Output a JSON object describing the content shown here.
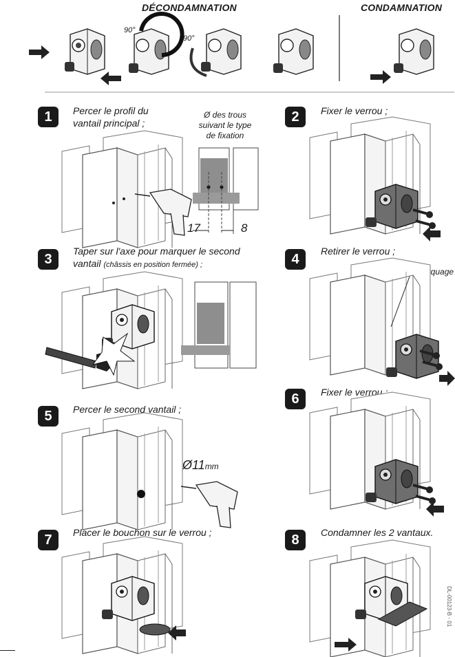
{
  "header": {
    "decondamnation": "DÉCONDAMNATION",
    "condamnation": "CONDAMNATION",
    "angle_label_1": "90°",
    "angle_label_2": "90°"
  },
  "steps": [
    {
      "number": "1",
      "line1": "Percer le profil du",
      "line2": "vantail principal ;"
    },
    {
      "number": "2",
      "line1": "Fixer le verrou ;"
    },
    {
      "number": "3",
      "line1": "Taper sur l'axe pour marquer le second",
      "line2": "vantail",
      "line2_small": "(châssis en position fermée) ;"
    },
    {
      "number": "4",
      "line1": "Retirer le verrou ;"
    },
    {
      "number": "5",
      "line1": "Percer le second vantail ;"
    },
    {
      "number": "6",
      "line1": "Fixer le verrou ;"
    },
    {
      "number": "7",
      "line1": "Placer le bouchon sur le verrou ;"
    },
    {
      "number": "8",
      "line1": "Condamner les 2 vantaux."
    }
  ],
  "fixation_note": {
    "line1": "Ø des trous",
    "line2": "suivant le type",
    "line3": "de fixation"
  },
  "dimensions": {
    "left": "17",
    "right": "8"
  },
  "drill": {
    "value": "Ø11",
    "unit": "mm"
  },
  "marquage_label": "Marquage",
  "side_reference": "DL-00123-B - 01",
  "colors": {
    "ink": "#1a1a1a",
    "lock_dark": "#6a6a6a",
    "lock_light": "#e8e8e8",
    "frame": "#ffffff"
  }
}
